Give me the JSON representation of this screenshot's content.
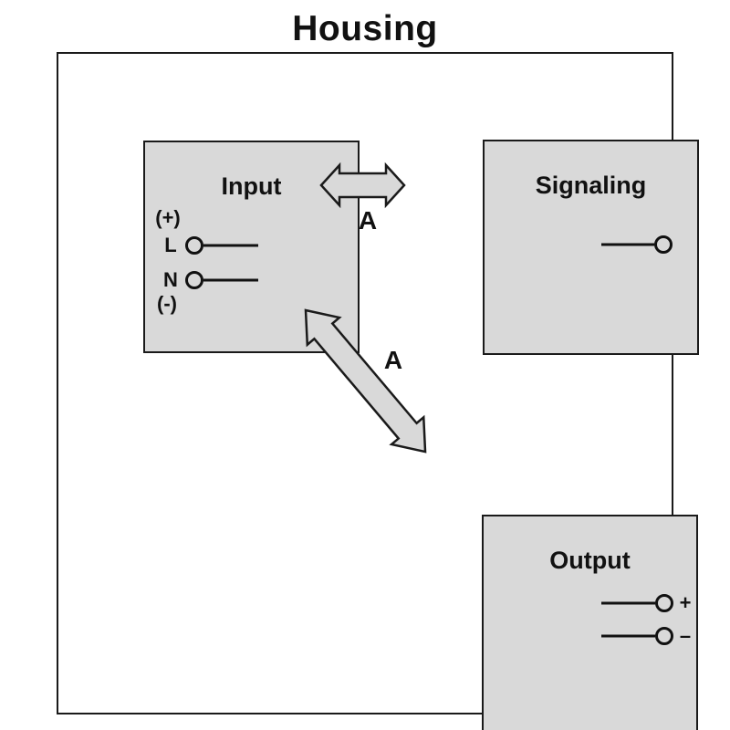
{
  "title": "Housing",
  "boxes": {
    "input": {
      "title": "Input",
      "plus_label": "(+)",
      "line_label": "L",
      "neutral_label": "N",
      "minus_label": "(-)"
    },
    "signaling": {
      "title": "Signaling"
    },
    "output": {
      "title": "Output",
      "plus_label": "+",
      "minus_label": "–"
    }
  },
  "arrows": {
    "horizontal_label": "A",
    "diagonal_label": "A"
  },
  "colors": {
    "box_fill": "#d9d9d9",
    "arrow_fill": "#d9d9d9",
    "stroke": "#1a1a1a",
    "background": "#ffffff"
  }
}
